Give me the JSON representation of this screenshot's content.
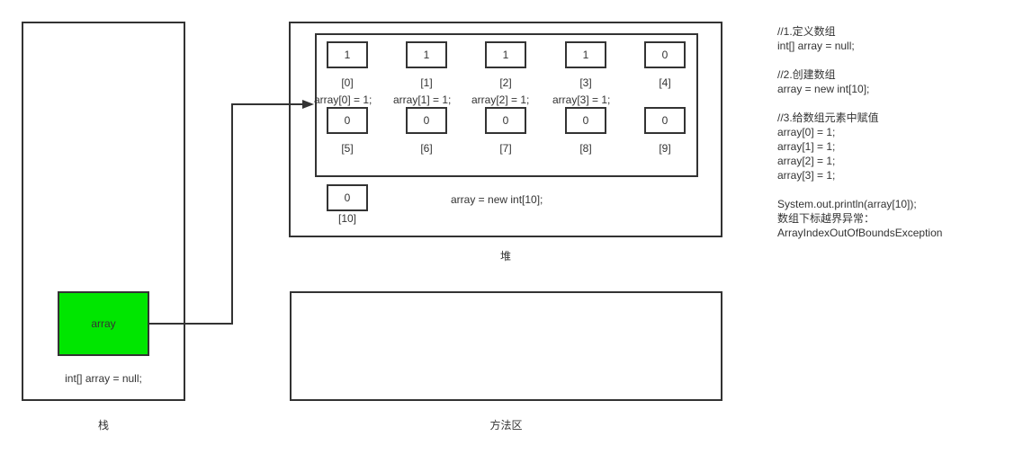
{
  "stack": {
    "label": "栈",
    "variable_name": "array",
    "declaration": "int[] array = null;"
  },
  "heap": {
    "label": "堆",
    "allocation": "array = new int[10];",
    "cells": [
      {
        "value": "1",
        "index": "[0]"
      },
      {
        "value": "1",
        "index": "[1]"
      },
      {
        "value": "1",
        "index": "[2]"
      },
      {
        "value": "1",
        "index": "[3]"
      },
      {
        "value": "0",
        "index": "[4]"
      },
      {
        "value": "0",
        "index": "[5]"
      },
      {
        "value": "0",
        "index": "[6]"
      },
      {
        "value": "0",
        "index": "[7]"
      },
      {
        "value": "0",
        "index": "[8]"
      },
      {
        "value": "0",
        "index": "[9]"
      }
    ],
    "assignments": [
      "array[0] = 1;",
      "array[1] = 1;",
      "array[2] = 1;",
      "array[3] = 1;"
    ],
    "out_of_bounds_cell": {
      "value": "0",
      "index": "[10]"
    }
  },
  "method_area": {
    "label": "方法区"
  },
  "code_notes": [
    "//1.定义数组",
    "int[] array = null;",
    "",
    "//2.创建数组",
    "array = new int[10];",
    "",
    "//3.给数组元素中赋值",
    "array[0] = 1;",
    "array[1] = 1;",
    "array[2] = 1;",
    "array[3] = 1;",
    "",
    "System.out.println(array[10]);",
    "数组下标越界异常：",
    "ArrayIndexOutOfBoundsException"
  ],
  "colors": {
    "variable_fill": "#00e600",
    "stroke": "#333333"
  }
}
